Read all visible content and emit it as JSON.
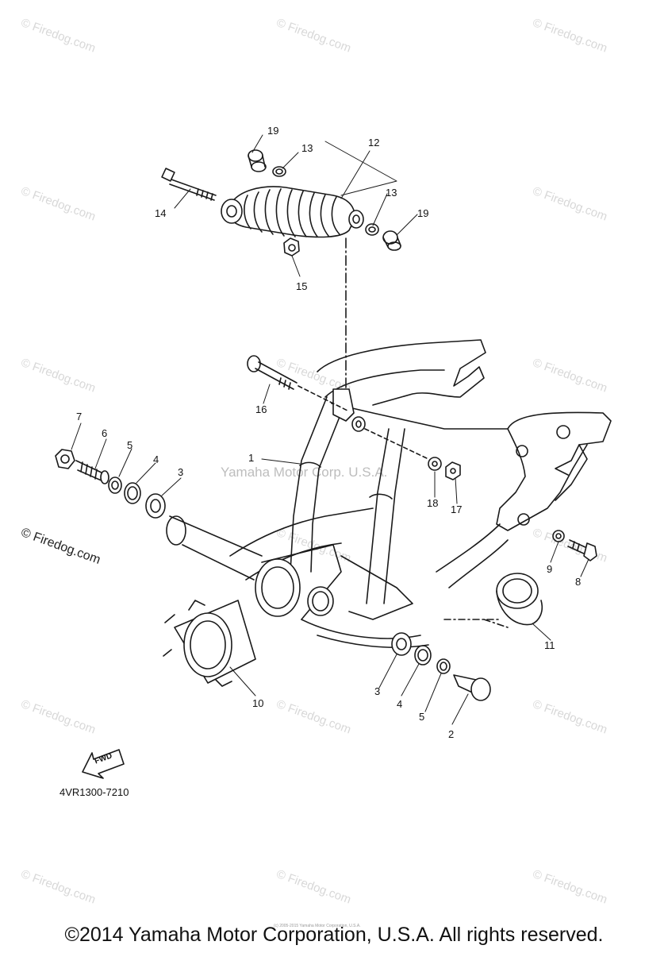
{
  "watermark": {
    "text": "© Firedog.com",
    "dark_text": "© Firedog.com",
    "center_text": "Yamaha Motor Corp. U.S.A."
  },
  "parts": {
    "p1": "1",
    "p2": "2",
    "p3a": "3",
    "p3b": "3",
    "p4a": "4",
    "p4b": "4",
    "p5a": "5",
    "p5b": "5",
    "p6": "6",
    "p7": "7",
    "p8": "8",
    "p9": "9",
    "p10": "10",
    "p11": "11",
    "p12": "12",
    "p13a": "13",
    "p13b": "13",
    "p14": "14",
    "p15": "15",
    "p16": "16",
    "p17": "17",
    "p18": "18",
    "p19a": "19",
    "p19b": "19"
  },
  "fwd_label": "FWD",
  "diagram_code": "4VR1300-7210",
  "tiny_text": "(c) 2005-2015 Yamaha Motor Corporation, U.S.A.",
  "copyright": "©2014 Yamaha Motor Corporation, U.S.A. All rights reserved.",
  "colors": {
    "line": "#1a1a1a",
    "watermark": "#d8d8d8"
  }
}
